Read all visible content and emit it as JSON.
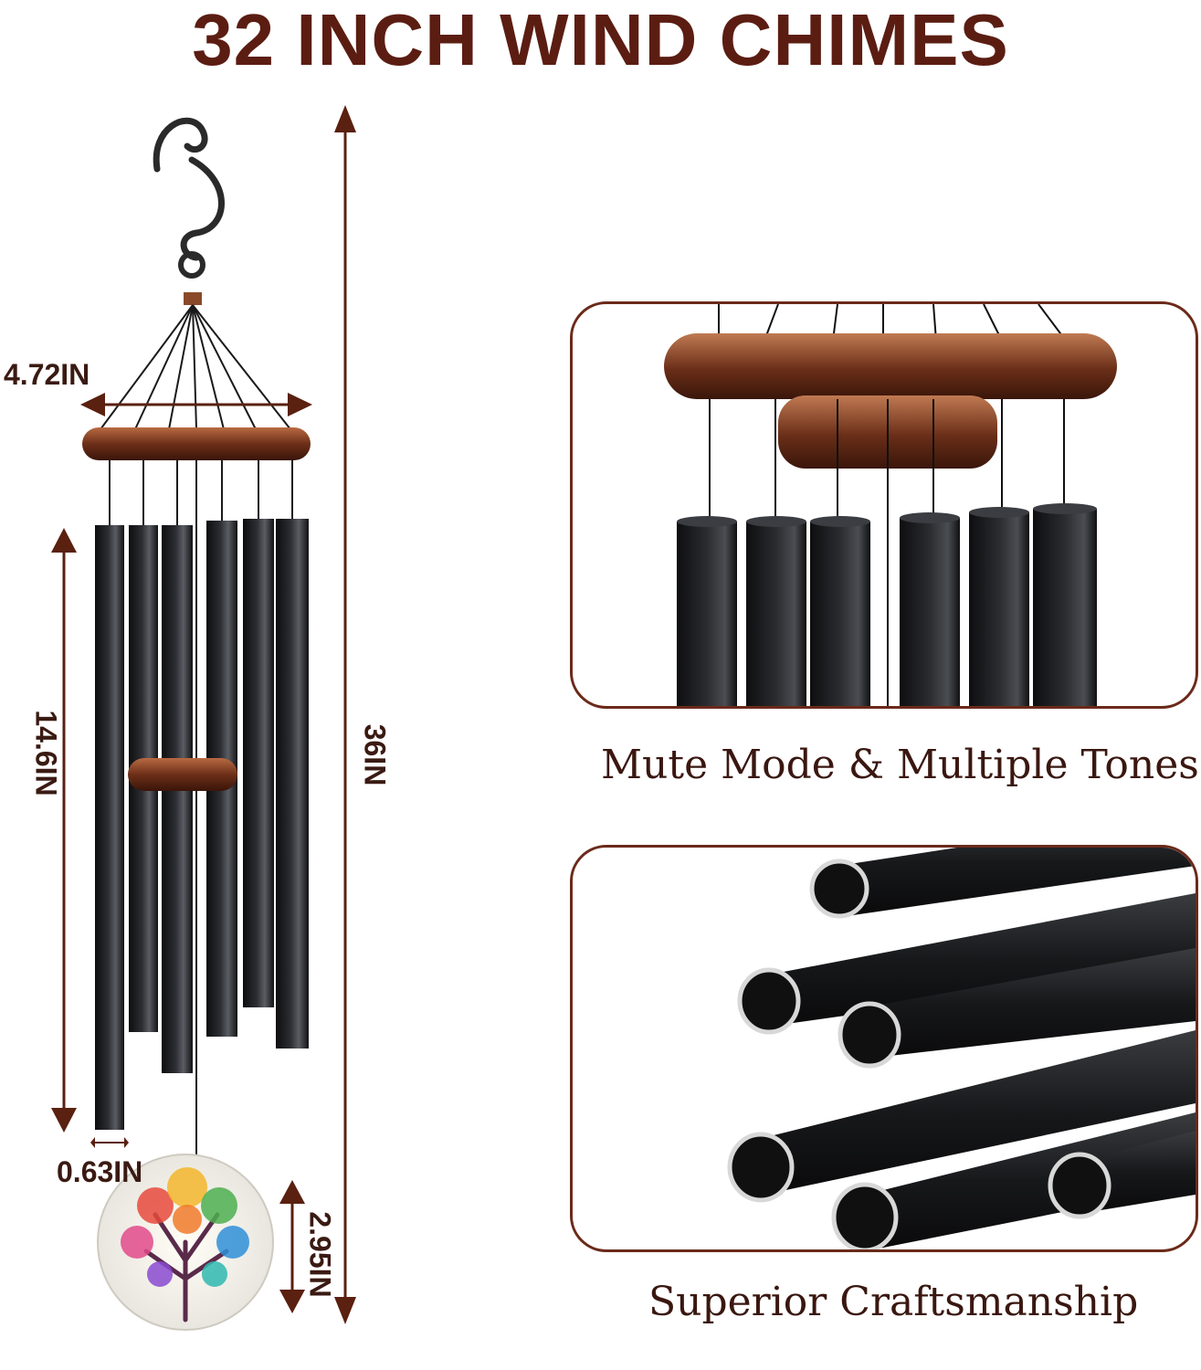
{
  "title": "32 INCH WIND CHIMES",
  "dimensions": {
    "overall_height": "36IN",
    "ring_width": "4.72IN",
    "tube_length": "14.6IN",
    "tube_diameter": "0.63IN",
    "pendant_diameter": "2.95IN"
  },
  "panels": [
    {
      "caption": "Mute Mode & Multiple Tones"
    },
    {
      "caption": "Superior Craftsmanship"
    }
  ],
  "colors": {
    "title": "#5b1d12",
    "arrow": "#5a2010",
    "panel_border": "#6b2a1a",
    "wood": "#7a3a22",
    "tube": "#1e1f22"
  }
}
